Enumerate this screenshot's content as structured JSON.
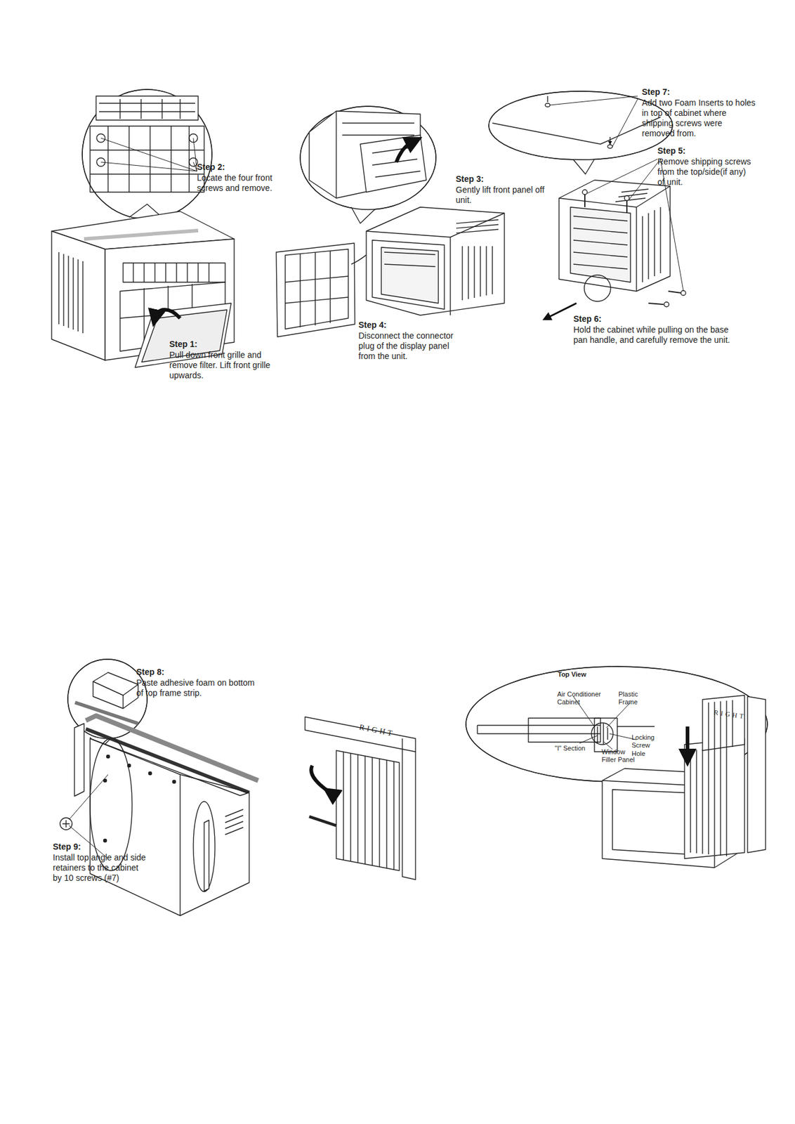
{
  "diagram": {
    "labels": [
      "Step 2:",
      "Locate the four front screws and remove.",
      "Step 3:",
      "Gently lift front panel off unit.",
      "Step 7:",
      "Add two Foam Inserts to holes in top of cabinet where shipping screws were removed from.",
      "Step 5:",
      "Remove shipping screws from the top/side(if any) of unit.",
      "Step 6:",
      "Hold the cabinet while pulling on the base pan handle, and carefully remove the unit.",
      "Step 4:",
      "Disconnect the connector plug of the display panel from the unit.",
      "Step 1:",
      "Pull down front grille and remove filter. Lift front grille upwards.",
      "Step 8:",
      "Paste adhesive foam on bottom of top frame strip.",
      "Step 9:",
      "Install top angle and side retainers to the cabinet by 10 screws (#7)",
      "Top View",
      "Air Conditioner Cabinet",
      "Plastic Frame",
      "Locking Screw Hole",
      "\"I\" Section",
      "Window Filler Panel",
      "RIGHT",
      "RIGHT"
    ]
  }
}
